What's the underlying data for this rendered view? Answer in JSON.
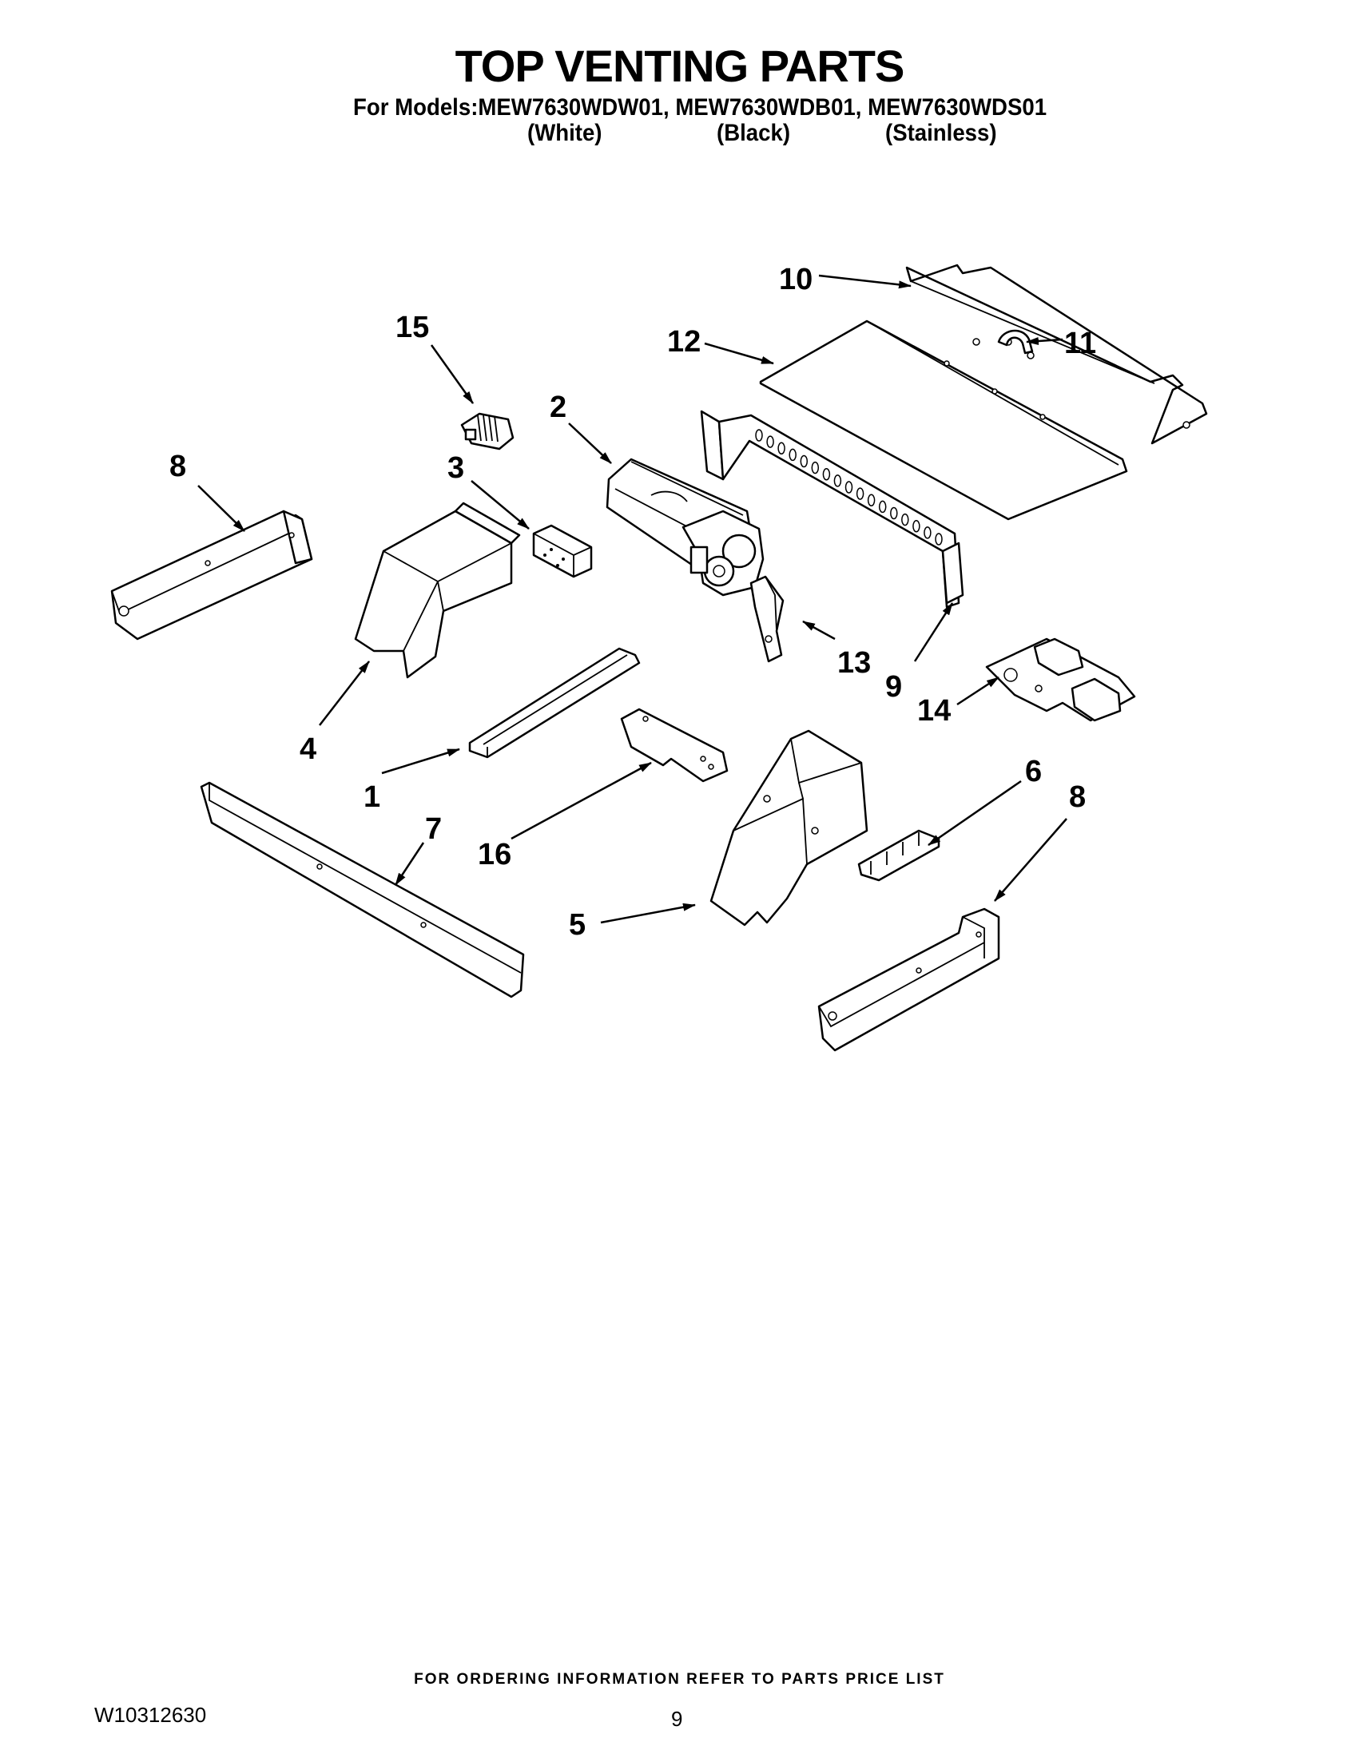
{
  "header": {
    "title": "TOP VENTING PARTS",
    "models_line": "For Models:MEW7630WDW01, MEW7630WDB01, MEW7630WDS01",
    "colors": [
      "(White)",
      "(Black)",
      "(Stainless)"
    ]
  },
  "callouts": [
    "1",
    "2",
    "3",
    "4",
    "5",
    "6",
    "7",
    "8",
    "8",
    "9",
    "10",
    "11",
    "12",
    "13",
    "14",
    "15",
    "16"
  ],
  "footer": {
    "ordering_note": "FOR ORDERING INFORMATION REFER TO PARTS PRICE LIST",
    "document_number": "W10312630",
    "page_number": "9"
  }
}
